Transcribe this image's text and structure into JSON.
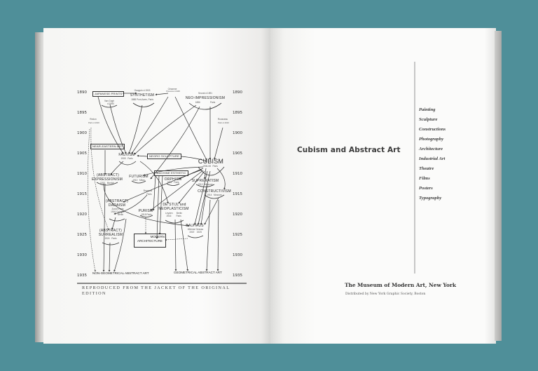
{
  "left_page": {
    "years": [
      "1890",
      "1895",
      "1900",
      "1905",
      "1910",
      "1915",
      "1920",
      "1925",
      "1930",
      "1935"
    ],
    "nodes": {
      "japanese_prints": "JAPANESE PRINTS",
      "gauguin": "Gauguin d.1903",
      "synthetism": "SYNTHETISM",
      "synthetism_sub": "1888  Pont-Aven, Paris",
      "van_gogh": "Van Gogh",
      "van_gogh_sub": "d.1890",
      "cezanne": "Cézanne",
      "cezanne_sub": "Provence d.1906",
      "seurat": "Seurat d.1891",
      "neo_impressionism": "NEO-IMPRESSIONISM",
      "neo_sub": "1886                Paris",
      "redon": "Redon",
      "redon_sub": "Paris d.1916",
      "rousseau": "Rousseau",
      "rousseau_sub": "Paris d.1910",
      "near_eastern_art": "NEAR-EASTERN ART",
      "fauvism": "FAUVISM",
      "fauvism_sub": "1905   Paris",
      "negro_sculpture": "NEGRO SCULPTURE",
      "cubism": "CUBISM",
      "cubism_sub": "1906-08   Paris",
      "machine_esthetic": "MACHINE ESTHETIC",
      "abstract_1": "(ABSTRACT)",
      "expressionism": "EXPRESSIONISM",
      "expressionism_sub": "1910   Munich",
      "futurism": "FUTURISM",
      "futurism_sub": "1910   Milan",
      "orphism": "ORPHISM",
      "orphism_sub": "1912   Paris",
      "suprematism": "SUPREMATISM",
      "suprematism_sub": "1913   Moscow",
      "brancusi": "Brancusi",
      "brancusi_sub": "Paris",
      "constructivism": "CONSTRUCTIVISM",
      "constructivism_sub": "1914   Moscow",
      "abstract_2": "(ABSTRACT)",
      "dadaism": "DADAISM",
      "dadaism_sub1": "Zurich  Paris",
      "dadaism_sub2": "1916  Cologne",
      "dadaism_sub3": "Berlin",
      "purism": "PURISM",
      "purism_sub": "1918  Paris",
      "de_stijl": "DE STIJL and",
      "neoplasticism": "NEOPLASTICISM",
      "de_stijl_sub1": "Leyden      Berlin",
      "de_stijl_sub2": "1916        Paris",
      "bauhaus": "BAUHAUS",
      "bauhaus_sub1": "Weimar  Dessau",
      "bauhaus_sub2": "1919    1925",
      "abstract_3": "(ABSTRACT)",
      "surrealism": "SURREALISM",
      "surrealism_sub": "1924   Paris",
      "modern": "MODERN",
      "architecture": "ARCHITECTURE",
      "non_geometrical": "NON-GEOMETRICAL ABSTRACT ART",
      "geometrical": "GEOMETRICAL ABSTRACT ART"
    },
    "caption_line1": "REPRODUCED FROM THE JACKET OF THE ORIGINAL",
    "caption_line2": "EDITION"
  },
  "right_page": {
    "title": "Cubism and Abstract Art",
    "categories": [
      "Painting",
      "Sculpture",
      "Constructions",
      "Photography",
      "Architecture",
      "Industrial Art",
      "Theatre",
      "Films",
      "Posters",
      "Typography"
    ],
    "publisher": "The Museum of Modern Art, New York",
    "distributor": "Distributed by New York Graphic Society, Boston"
  },
  "colors": {
    "background": "#4f8f99",
    "page": "#fbfbfa",
    "ink": "#2a2a2a"
  }
}
